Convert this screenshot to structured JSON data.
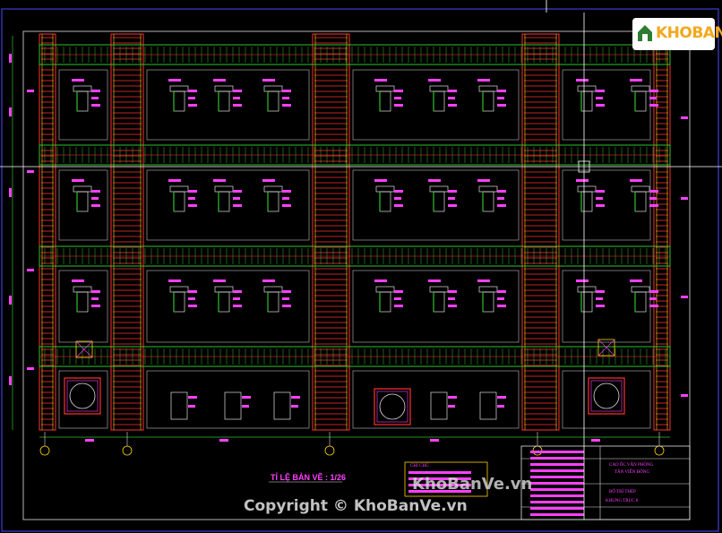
{
  "logo": {
    "brand": "KHOBANVE",
    "icon": "house-logo-icon"
  },
  "drawing": {
    "scale_label": "TỈ LỆ BẢN VẼ : 1/26",
    "colors": {
      "background": "#000000",
      "border": "#4a4aff",
      "rebar": "#ff3030",
      "grid": "#30c030",
      "dim": "#ff40ff",
      "outline": "#e0e0e0",
      "yellow": "#ffd400"
    }
  },
  "title_block": {
    "project_line1": "CAO ỐC VĂN PHÒNG",
    "project_line2": "TÂN VIỄN ĐÔNG",
    "sheet_line1": "BỐ TRÍ THÉP",
    "sheet_line2": "KHUNG TRỤC 8",
    "notes_heading": "GHI CHÚ"
  },
  "watermark": {
    "site": "KhoBanVe.vn",
    "copyright": "Copyright © KhoBanVe.vn"
  }
}
